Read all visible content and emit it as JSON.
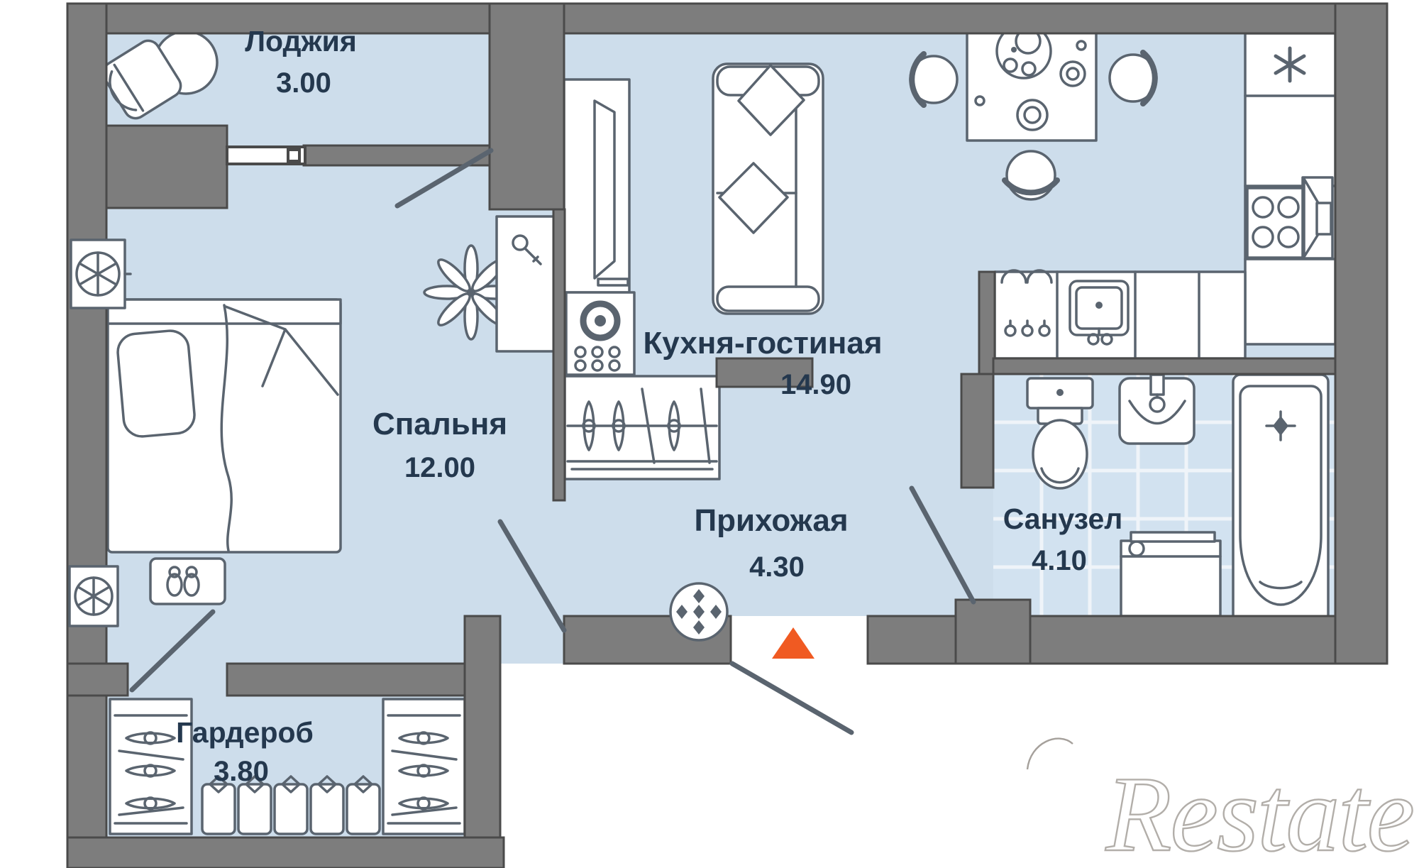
{
  "rooms": {
    "loggia": {
      "name": "Лоджия",
      "area": "3.00"
    },
    "bedroom": {
      "name": "Спальня",
      "area": "12.00"
    },
    "kitchen_living": {
      "name": "Кухня-гостиная",
      "area": "14.90"
    },
    "hallway": {
      "name": "Прихожая",
      "area": "4.30"
    },
    "bathroom": {
      "name": "Санузел",
      "area": "4.10"
    },
    "wardrobe": {
      "name": "Гардероб",
      "area": "3.80"
    }
  },
  "watermark": {
    "text": "Restate"
  },
  "colors": {
    "floor": "#cdddeb",
    "wall": "#7d7d7d",
    "wall_outline": "#4a4a4a",
    "furniture_line": "#5a646f",
    "label_text": "#24384e",
    "entrance_marker": "#f05a22",
    "bathroom_tile_line": "#ffffff",
    "watermark": "#a5a09b"
  }
}
